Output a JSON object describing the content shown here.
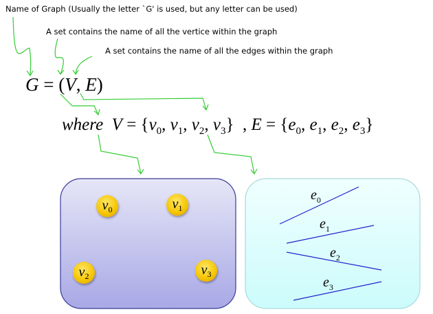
{
  "annotations": {
    "graph_name": "Name of Graph (Usually the letter `G' is used, but any letter can be used)",
    "vertex_set": "A set contains the name of all the vertice within the graph",
    "edge_set": "A set contains the name of all the edges within the graph"
  },
  "definition": {
    "G": "G",
    "eq": " = (",
    "V": "V",
    "comma": ", ",
    "E": "E",
    "close": ")"
  },
  "where": {
    "word": "where",
    "V": "V",
    "eq": " = {",
    "E": "E",
    "eq2": " = {",
    "close": "}",
    "vertices": [
      {
        "n": "v",
        "s": "0"
      },
      {
        "n": "v",
        "s": "1"
      },
      {
        "n": "v",
        "s": "2"
      },
      {
        "n": "v",
        "s": "3"
      }
    ],
    "edges": [
      {
        "n": "e",
        "s": "0"
      },
      {
        "n": "e",
        "s": "1"
      },
      {
        "n": "e",
        "s": "2"
      },
      {
        "n": "e",
        "s": "3"
      }
    ]
  },
  "colors": {
    "arrow": "#33cc33",
    "edge": "#2222cc",
    "vertex": "#f5c400"
  }
}
